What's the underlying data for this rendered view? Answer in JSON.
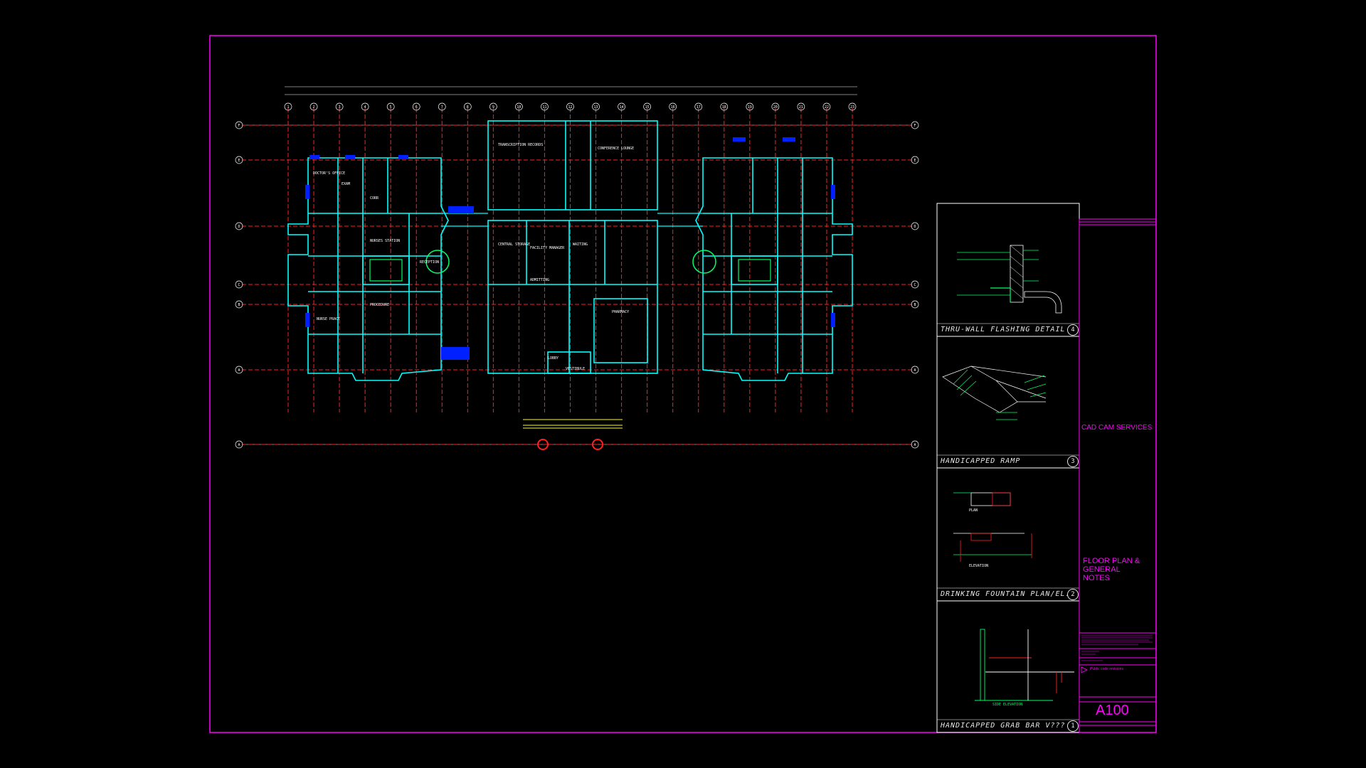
{
  "title_block": {
    "company": "CAD CAM SERVICES",
    "sheet_title_lines": [
      "FLOOR PLAN &",
      "GENERAL",
      "NOTES"
    ],
    "sheet_number": "A100",
    "revision_note": "Public code revisions"
  },
  "details": [
    {
      "number": "4",
      "title": "THRU-WALL FLASHING DETAIL"
    },
    {
      "number": "3",
      "title": "HANDICAPPED RAMP"
    },
    {
      "number": "2",
      "title": "DRINKING FOUNTAIN PLAN/EL."
    },
    {
      "number": "1",
      "title": "HANDICAPPED GRAB BAR V???"
    }
  ],
  "detail_labels": {
    "plan": "PLAN",
    "elevation": "ELEVATION",
    "side_elevation": "SIDE ELEVATION"
  },
  "grid_bubbles_top": [
    "1",
    "2",
    "3",
    "4",
    "5",
    "6",
    "7",
    "8",
    "9",
    "10",
    "11",
    "12",
    "13",
    "14",
    "15",
    "16",
    "17",
    "18",
    "19",
    "20",
    "21",
    "22",
    "23"
  ],
  "grid_bubbles_left": [
    "F",
    "E",
    "D",
    "C",
    "B",
    "A",
    "A"
  ],
  "room_labels": [
    "DOCTOR'S OFFICE",
    "EXAM",
    "CORR",
    "NURSES STATION",
    "RECEPTION",
    "TRANSCRIPTION RECORDS",
    "CONFERENCE LOUNGE",
    "CENTRAL STORAGE",
    "FACILITY MANAGER",
    "WAITING",
    "ADMITTING",
    "PHARMACY",
    "LOBBY",
    "VESTIBULE",
    "PROCEDURE",
    "NURSE PRACT"
  ],
  "colors": {
    "background": "#000000",
    "border": "#ff00ff",
    "grid": "#ff2020",
    "walls": "#00ffff",
    "dims": "#ffffff",
    "rooms": "#ffffff",
    "green": "#00ff66",
    "blue": "#0020ff",
    "yellow": "#ffff00"
  }
}
